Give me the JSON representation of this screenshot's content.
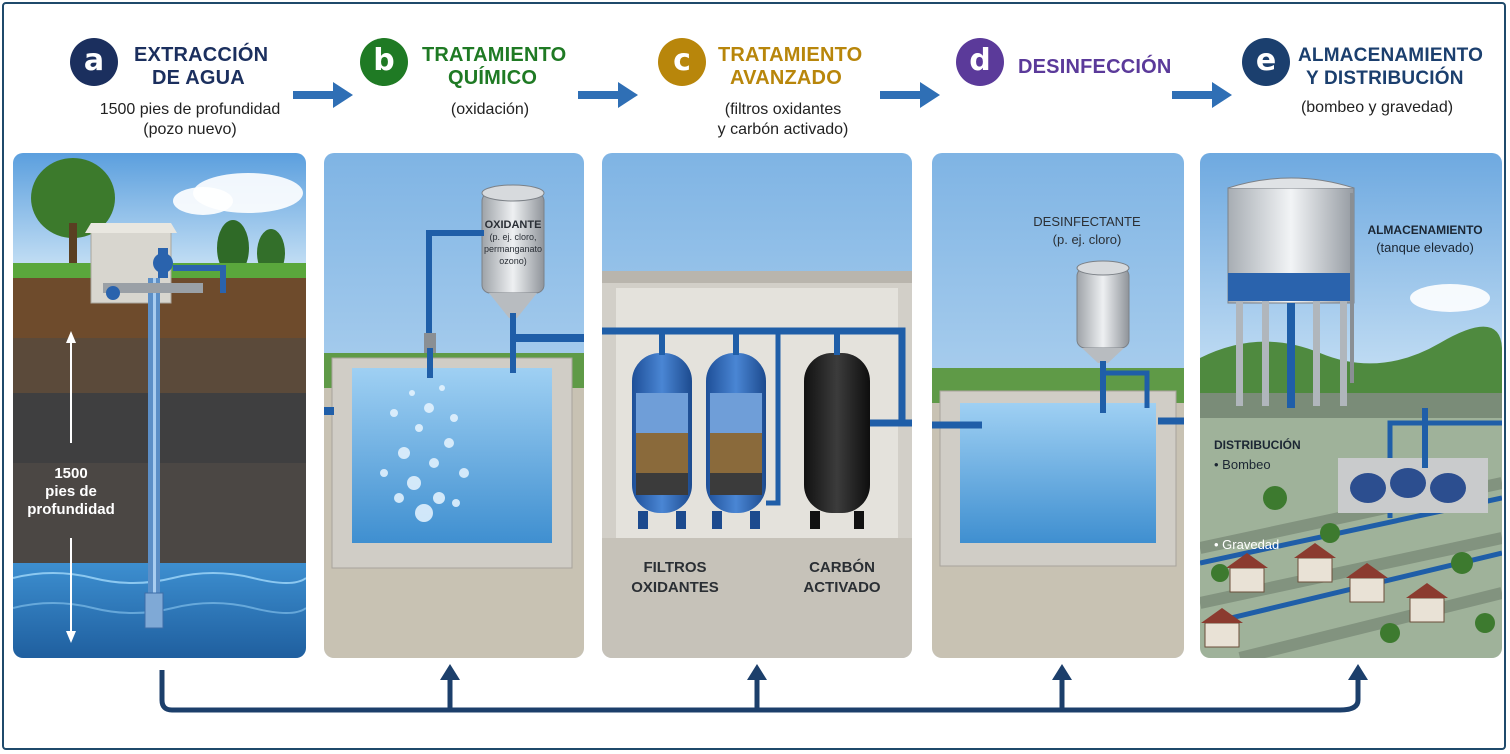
{
  "steps": [
    {
      "letter": "a",
      "title_l1": "EXTRACCIÓN",
      "title_l2": "DE AGUA",
      "sub_l1": "1500 pies de profundidad",
      "sub_l2": "(pozo nuevo)",
      "color": "#1b2f5e"
    },
    {
      "letter": "b",
      "title_l1": "TRATAMIENTO",
      "title_l2": "QUÍMICO",
      "sub_l1": "(oxidación)",
      "sub_l2": "",
      "color": "#1f7a24"
    },
    {
      "letter": "c",
      "title_l1": "TRATAMIENTO",
      "title_l2": "AVANZADO",
      "sub_l1": "(filtros oxidantes",
      "sub_l2": "y carbón activado)",
      "color": "#b8860b"
    },
    {
      "letter": "d",
      "title_l1": "DESINFECCIÓN",
      "title_l2": "",
      "sub_l1": "",
      "sub_l2": "",
      "color": "#5b3a9a"
    },
    {
      "letter": "e",
      "title_l1": "ALMACENAMIENTO",
      "title_l2": "Y DISTRIBUCIÓN",
      "sub_l1": "(bombeo y gravedad)",
      "sub_l2": "",
      "color": "#1b3f6e"
    }
  ],
  "panel_a": {
    "depth_l1": "1500",
    "depth_l2": "pies de",
    "depth_l3": "profundidad"
  },
  "panel_b": {
    "tank_l1": "OXIDANTE",
    "tank_l2": "(p. ej. cloro,",
    "tank_l3": "permanganato",
    "tank_l4": "ozono)"
  },
  "panel_c": {
    "filters_l1": "FILTROS",
    "filters_l2": "OXIDANTES",
    "carbon_l1": "CARBÓN",
    "carbon_l2": "ACTIVADO"
  },
  "panel_d": {
    "disinf_l1": "DESINFECTANTE",
    "disinf_l2": "(p. ej. cloro)"
  },
  "panel_e": {
    "storage_l1": "ALMACENAMIENTO",
    "storage_l2": "(tanque elevado)",
    "dist_title": "DISTRIBUCIÓN",
    "dist_item1": "• Bombeo",
    "dist_item2": "• Gravedad"
  },
  "colors": {
    "arrow": "#2f6fb5",
    "pipe": "#1f5ea8",
    "loop": "#1c3f6b",
    "water": "#4f9bd6"
  }
}
